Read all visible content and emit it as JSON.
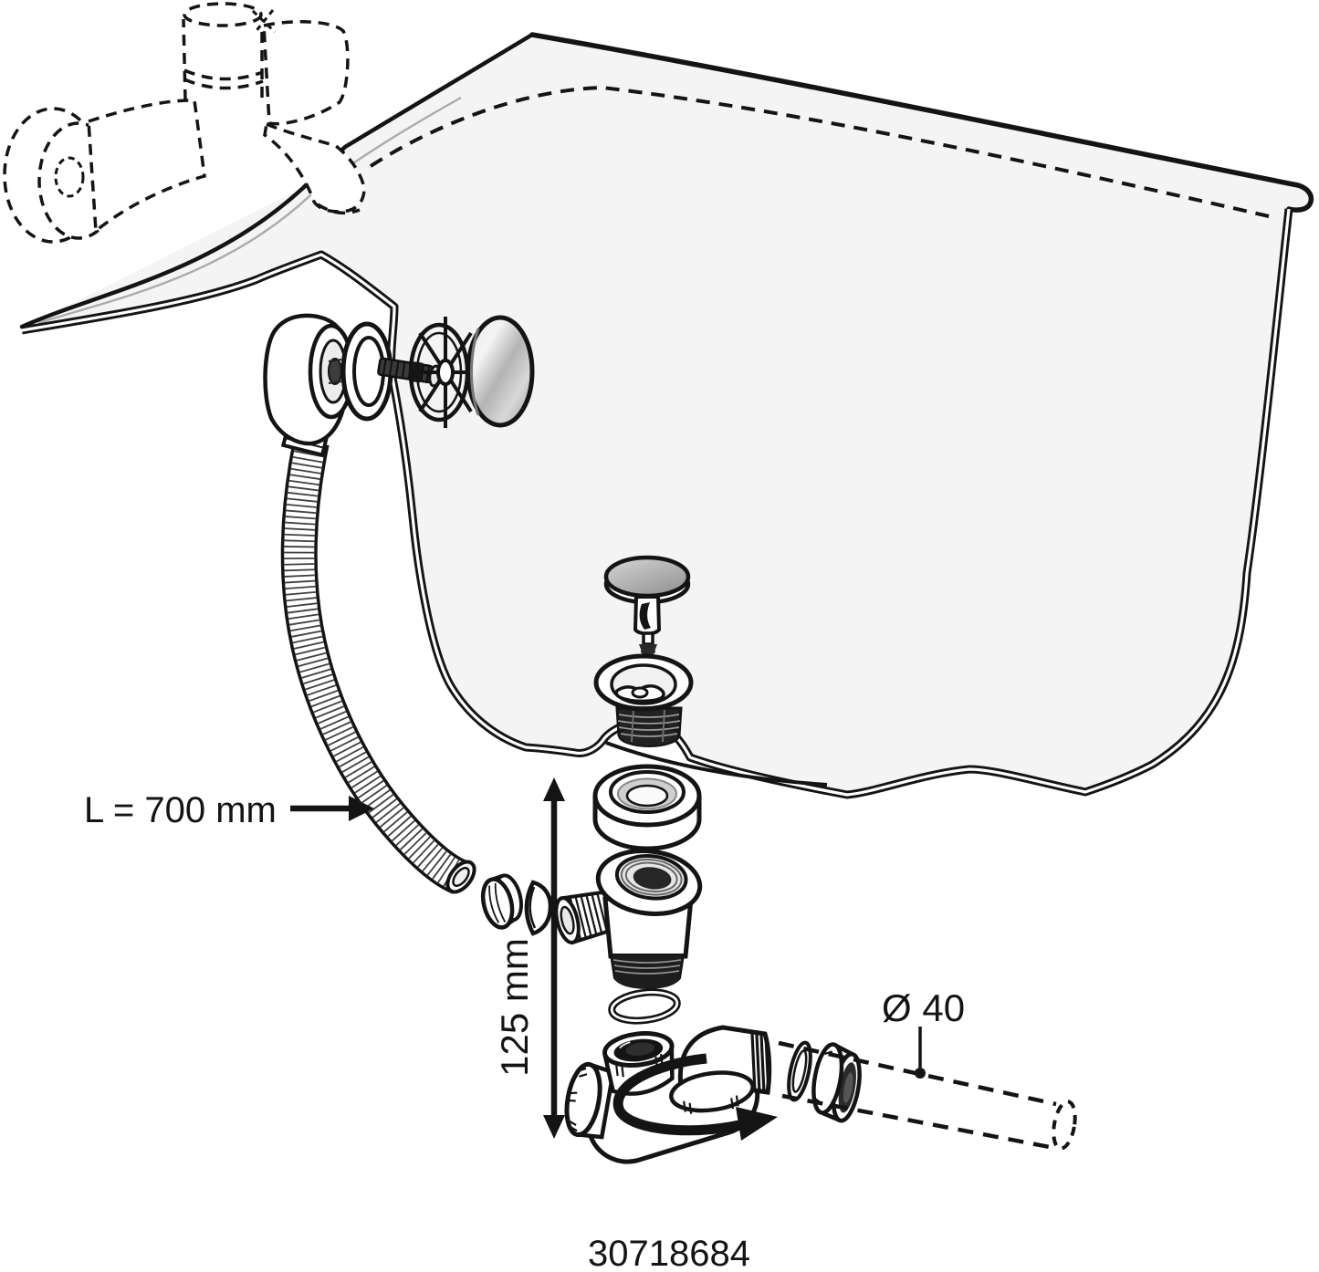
{
  "labels": {
    "hose_length": "L = 700 mm",
    "tail_height": "125 mm",
    "pipe_diameter": "Ø 40",
    "part_number": "30718684"
  },
  "colors": {
    "line": "#141414",
    "tub_fill": "#f4f4f5",
    "chrome_light": "#f2f2f2",
    "chrome_dark": "#8a8a8a",
    "plug_gray": "#b5b5b5",
    "rubber_dark": "#1d1d1d",
    "seal_gray": "#cfcfcf",
    "hidden_edge_gray": "#ababab"
  },
  "parts": [
    "bathtub",
    "wall-mixer-tap-dashed",
    "overflow-elbow",
    "overflow-gasket-ring",
    "overflow-screw",
    "overflow-retainer-wheel",
    "overflow-cover-cap",
    "flexible-overflow-hose",
    "hose-nut",
    "cone-seal",
    "pop-up-plug",
    "drain-strainer-flange",
    "seal-ring",
    "drain-tee-body",
    "o-ring",
    "swivel-trap",
    "trap-inlet-nut",
    "swivel-elbow",
    "rotation-arrow",
    "conical-washer",
    "outlet-nut",
    "outlet-pipe-dashed"
  ]
}
